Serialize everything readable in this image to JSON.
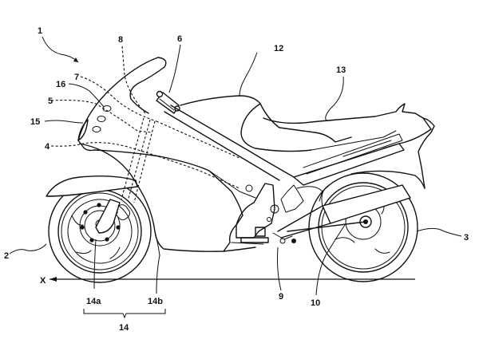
{
  "figure": {
    "subject": "Motorcycle side view (patent drawing)",
    "axis_label": "X",
    "labels": [
      {
        "id": "ref-1",
        "text": "1"
      },
      {
        "id": "ref-2",
        "text": "2"
      },
      {
        "id": "ref-3",
        "text": "3"
      },
      {
        "id": "ref-4",
        "text": "4"
      },
      {
        "id": "ref-5",
        "text": "5"
      },
      {
        "id": "ref-6",
        "text": "6"
      },
      {
        "id": "ref-7",
        "text": "7"
      },
      {
        "id": "ref-8",
        "text": "8"
      },
      {
        "id": "ref-9",
        "text": "9"
      },
      {
        "id": "ref-10",
        "text": "10"
      },
      {
        "id": "ref-12",
        "text": "12"
      },
      {
        "id": "ref-13",
        "text": "13"
      },
      {
        "id": "ref-14",
        "text": "14"
      },
      {
        "id": "ref-14a",
        "text": "14a"
      },
      {
        "id": "ref-14b",
        "text": "14b"
      },
      {
        "id": "ref-15",
        "text": "15"
      },
      {
        "id": "ref-16",
        "text": "16"
      }
    ],
    "colors": {
      "line": "#111111",
      "background": "#ffffff"
    }
  }
}
